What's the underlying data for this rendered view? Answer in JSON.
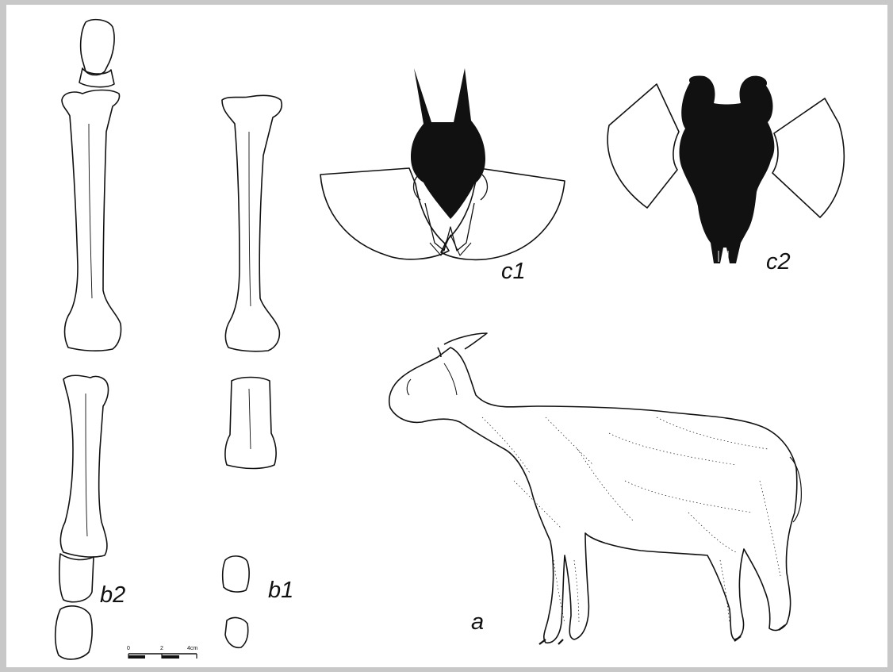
{
  "figure": {
    "labels": {
      "c1": "c1",
      "c2": "c2",
      "b1": "b1",
      "b2": "b2",
      "a": "a"
    },
    "scale_bar": {
      "tick_0": "0",
      "tick_2": "2",
      "tick_4": "4cm"
    }
  }
}
